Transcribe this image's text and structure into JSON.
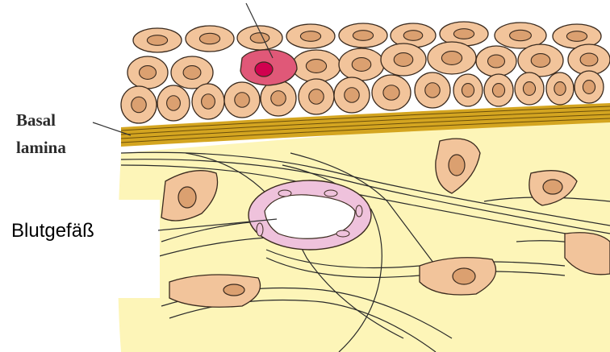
{
  "labels": {
    "basal_line1": "Basal",
    "basal_line2": "lamina",
    "vessel": "Blutgefäß"
  },
  "colors": {
    "epithelial_cell": "#f2c49b",
    "nucleus": "#dba070",
    "outline": "#3a2a1e",
    "highlight_cell": "#e05878",
    "highlight_nucleus": "#d1004f",
    "basal_lamina": "#d4a520",
    "connective_tissue": "#fdf5b8",
    "vessel_wall": "#efc2dc",
    "vessel_lumen": "#ffffff"
  }
}
